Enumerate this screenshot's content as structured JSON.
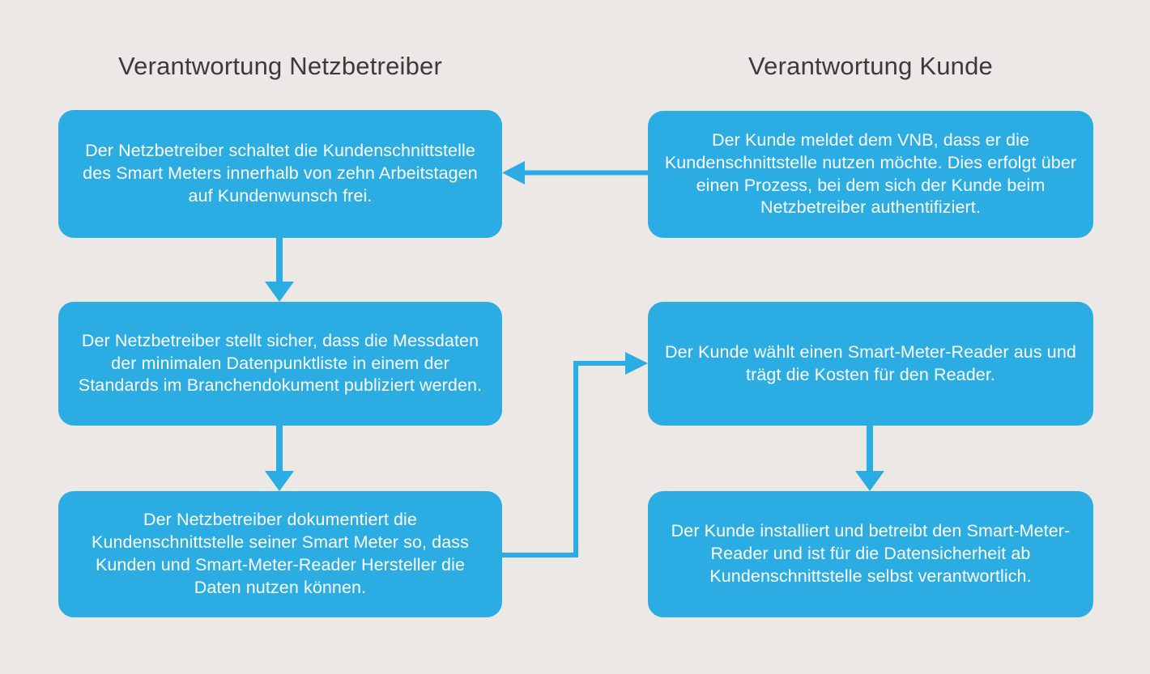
{
  "diagram": {
    "title_left": "Verantwortung Netzbetreiber",
    "title_right": "Verantwortung Kunde",
    "colors": {
      "background": "#EBE8E6",
      "node_fill": "#2BACE2",
      "node_text": "#FFFFFF",
      "header_text": "#3B3B3B",
      "connector": "#2BACE2"
    },
    "columns": [
      {
        "id": "netzbetreiber",
        "header": "Verantwortung Netzbetreiber",
        "nodes": [
          {
            "id": "l1",
            "text": "Der Netzbetreiber schaltet die Kundenschnittstelle des Smart Meters innerhalb von zehn Arbeitstagen auf Kundenwunsch frei."
          },
          {
            "id": "l2",
            "text": "Der Netzbetreiber stellt sicher, dass die Messdaten der minimalen Datenpunktliste in einem der Standards im Branchendokument publiziert werden."
          },
          {
            "id": "l3",
            "text": "Der Netzbetreiber dokumentiert die Kundenschnittstelle seiner Smart Meter so, dass Kunden und Smart-Meter-Reader Hersteller die Daten nutzen können."
          }
        ]
      },
      {
        "id": "kunde",
        "header": "Verantwortung Kunde",
        "nodes": [
          {
            "id": "r1",
            "text": "Der Kunde meldet dem VNB, dass er die Kundenschnittstelle nutzen möchte. Dies erfolgt über einen Prozess, bei dem sich der Kunde beim Netzbetreiber authentifiziert."
          },
          {
            "id": "r2",
            "text": "Der Kunde wählt einen Smart-Meter-Reader aus und trägt die Kosten für den Reader."
          },
          {
            "id": "r3",
            "text": "Der Kunde installiert und betreibt den Smart-Meter-Reader und ist für die Datensicherheit ab Kundenschnittstelle selbst verantwortlich."
          }
        ]
      }
    ],
    "connectors": [
      {
        "id": "r1-to-l1",
        "from": "r1",
        "to": "l1",
        "shape": "horizontal",
        "direction": "left"
      },
      {
        "id": "l1-to-l2",
        "from": "l1",
        "to": "l2",
        "shape": "vertical",
        "direction": "down"
      },
      {
        "id": "l2-to-l3",
        "from": "l2",
        "to": "l3",
        "shape": "vertical",
        "direction": "down"
      },
      {
        "id": "l3-to-r2",
        "from": "l3",
        "to": "r2",
        "shape": "elbow",
        "direction": "right"
      },
      {
        "id": "r2-to-r3",
        "from": "r2",
        "to": "r3",
        "shape": "vertical",
        "direction": "down"
      }
    ]
  }
}
